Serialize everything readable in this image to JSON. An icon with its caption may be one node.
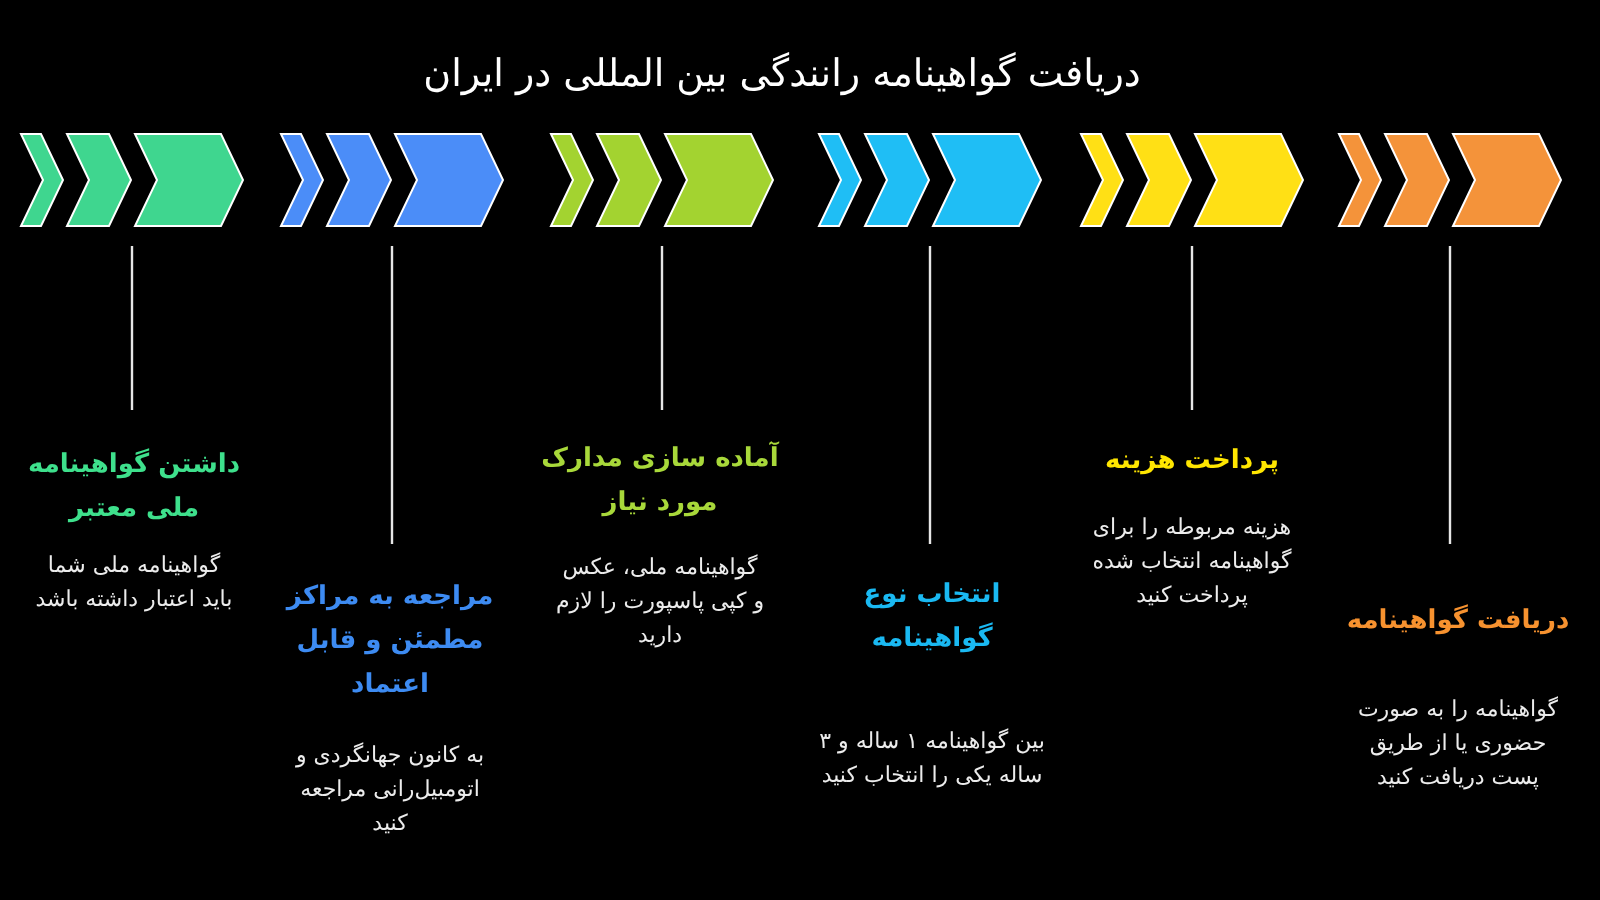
{
  "diagram": {
    "title": "دریافت گواهینامه رانندگی بین المللی در ایران",
    "nodes": [
      {
        "text": [],
        "shape": "chevron"
      },
      {
        "text": [],
        "shape": "chevron"
      },
      {
        "text": [],
        "shape": "chevron"
      },
      {
        "text": [],
        "shape": "chevron"
      },
      {
        "text": [],
        "shape": "chevron"
      },
      {
        "text": [],
        "shape": "chevron"
      },
      {
        "text": [
          "داشتن گواهینامه ملی معتبر",
          "گواهینامه ملی شما باید اعتبار داشته باشد"
        ]
      },
      {
        "text": [
          "مراجعه به مراکز مطمئن و قابل اعتماد",
          "به کانون جهانگردی و اتومبیل‌رانی مراجعه کنید"
        ]
      },
      {
        "text": [
          "آماده سازی مدارک مورد نیاز",
          "گواهینامه ملی، عکس و کپی پاسپورت را لازم دارید"
        ]
      },
      {
        "text": [
          "انتخاب نوع گواهینامه",
          "بین گواهینامه ۱ ساله و ۳ ساله یکی را انتخاب کنید"
        ]
      },
      {
        "text": [
          "پرداخت هزینه",
          "هزینه مربوطه را برای گواهینامه انتخاب شده پرداخت کنید"
        ]
      },
      {
        "text": [
          "دریافت گواهینامه",
          "گواهینامه را به صورت حضوری یا از طریق پست دریافت کنید"
        ]
      }
    ],
    "edges": [
      {
        "from": 0,
        "to": 6,
        "arrow": "none"
      },
      {
        "from": 1,
        "to": 7,
        "arrow": "none"
      },
      {
        "from": 2,
        "to": 8,
        "arrow": "none"
      },
      {
        "from": 3,
        "to": 9,
        "arrow": "none"
      },
      {
        "from": 4,
        "to": 10,
        "arrow": "none"
      },
      {
        "from": 5,
        "to": 11,
        "arrow": "none"
      }
    ]
  }
}
